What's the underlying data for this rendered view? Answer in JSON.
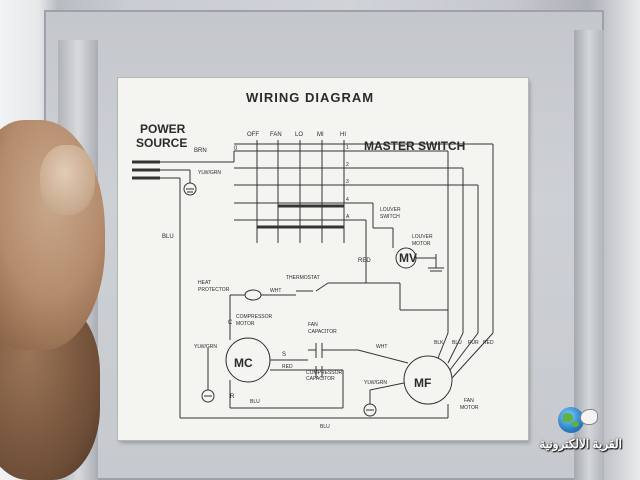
{
  "diagram": {
    "title": "WIRING DIAGRAM",
    "power_source": [
      "POWER",
      "SOURCE"
    ],
    "master_switch": "MASTER SWITCH",
    "switch_positions": [
      "OFF",
      "FAN",
      "LO",
      "MI",
      "HI"
    ],
    "terminal_numbers": [
      "1",
      "2",
      "3",
      "4",
      "A"
    ],
    "terminal_zero": "0",
    "wires": {
      "brn": "BRN",
      "ylw_grn": "YLW/GRN",
      "blu": "BLU",
      "red": "RED",
      "wht": "WHT",
      "blk": "BLK",
      "pur": "PUR",
      "s": "S",
      "r": "R",
      "c": "C"
    },
    "components": {
      "louver_switch": [
        "LOUVER",
        "SWITCH"
      ],
      "louver_motor": [
        "LOUVER",
        "MOTOR"
      ],
      "louver_motor_symbol": "MV",
      "thermostat": "THERMOSTAT",
      "heat_protector": [
        "HEAT",
        "PROTECTOR"
      ],
      "compressor_motor": [
        "COMPRESSOR",
        "MOTOR"
      ],
      "compressor_symbol": "MC",
      "fan_capacitor": [
        "FAN",
        "CAPACITOR"
      ],
      "compressor_capacitor": [
        "COMPRESSOR",
        "CAPACITOR"
      ],
      "fan_motor_symbol": "MF",
      "fan_motor": [
        "FAN",
        "MOTOR"
      ]
    }
  },
  "watermark": {
    "text": "القرية الالكترونية",
    "icon": "globe-dove-logo"
  }
}
